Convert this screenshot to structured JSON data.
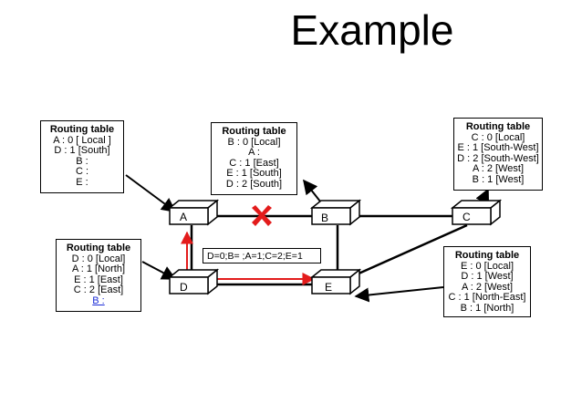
{
  "title": "Example",
  "nodes": {
    "A": "A",
    "B": "B",
    "C": "C",
    "D": "D",
    "E": "E"
  },
  "message": "D=0;B=   ;A=1;C=2;E=1",
  "tables": {
    "A": {
      "header": "Routing table",
      "rows": [
        "A : 0 [ Local ]",
        "D : 1 [South]",
        "B :",
        "C :",
        "E :"
      ]
    },
    "B": {
      "header": "Routing table",
      "rows": [
        "B : 0 [Local]",
        "A :",
        "C : 1 [East]",
        "E : 1 [South]",
        "D : 2 [South]"
      ]
    },
    "C": {
      "header": "Routing table",
      "rows": [
        "C : 0 [Local]",
        "E : 1 [South-West]",
        "D : 2 [South-West]",
        "A : 2 [West]",
        "B : 1 [West]"
      ]
    },
    "D": {
      "header": "Routing table",
      "rows": [
        "D : 0 [Local]",
        "A : 1 [North]",
        "E : 1 [East]",
        "C : 2 [East]",
        "B :"
      ]
    },
    "E": {
      "header": "Routing table",
      "rows": [
        "E : 0 [Local]",
        "D : 1 [West]",
        "A : 2 [West]",
        "C : 1 [North-East]",
        "B : 1 [North]"
      ]
    }
  },
  "colors": {
    "line": "#000000",
    "highlight": "#e31b1b",
    "link": "#1a2bd6"
  },
  "icons": {
    "broken_link": "cross-mark-icon"
  }
}
